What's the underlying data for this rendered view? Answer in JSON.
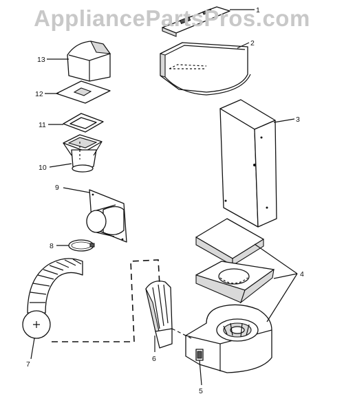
{
  "watermark": "AppliancePartsPros.com",
  "diagram": {
    "callouts": [
      {
        "id": "1",
        "label": "1"
      },
      {
        "id": "2",
        "label": "2"
      },
      {
        "id": "3",
        "label": "3"
      },
      {
        "id": "4",
        "label": "4"
      },
      {
        "id": "5",
        "label": "5"
      },
      {
        "id": "6",
        "label": "6"
      },
      {
        "id": "7",
        "label": "7"
      },
      {
        "id": "8",
        "label": "8"
      },
      {
        "id": "9",
        "label": "9"
      },
      {
        "id": "10",
        "label": "10"
      },
      {
        "id": "11",
        "label": "11"
      },
      {
        "id": "12",
        "label": "12"
      },
      {
        "id": "13",
        "label": "13"
      }
    ]
  }
}
